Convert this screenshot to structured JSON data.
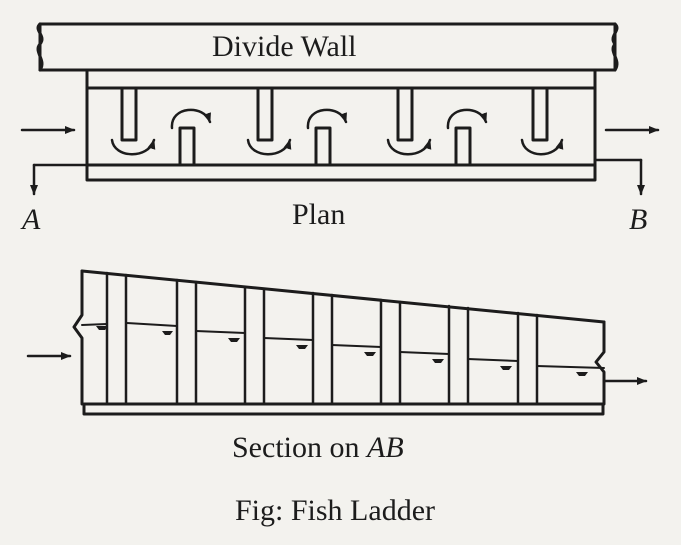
{
  "labels": {
    "divide_wall": "Divide Wall",
    "point_a": "A",
    "point_b": "B",
    "plan": "Plan",
    "section_prefix": "Section on ",
    "section_ref": "AB",
    "caption": "Fig: Fish Ladder"
  },
  "colors": {
    "ink": "#1c1c1c",
    "paper": "#f3f2ee"
  }
}
